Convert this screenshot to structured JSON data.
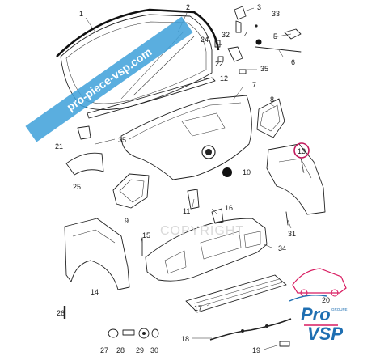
{
  "diagram": {
    "callouts": [
      "1",
      "2",
      "3",
      "33",
      "32",
      "4",
      "5",
      "6",
      "24",
      "22",
      "35",
      "12",
      "7",
      "8",
      "21",
      "35",
      "25",
      "10",
      "9",
      "11",
      "16",
      "13",
      "15",
      "31",
      "34",
      "14",
      "26",
      "27",
      "28",
      "29",
      "30",
      "17",
      "18",
      "19",
      "20"
    ],
    "highlighted_callout": "13",
    "watermark_banner": "pro-piece-vsp.com",
    "watermark_copyright": "COPYRIGHT",
    "logo": {
      "line1": "Pro",
      "line2": "VSP",
      "sub": "GROUPE"
    }
  },
  "colors": {
    "line": "#222222",
    "banner": "#3da0d9",
    "highlight": "#c2185b",
    "logo_blue": "#1f6fb2",
    "logo_pink": "#d81b60"
  },
  "icons": [
    "car-outline-icon"
  ]
}
